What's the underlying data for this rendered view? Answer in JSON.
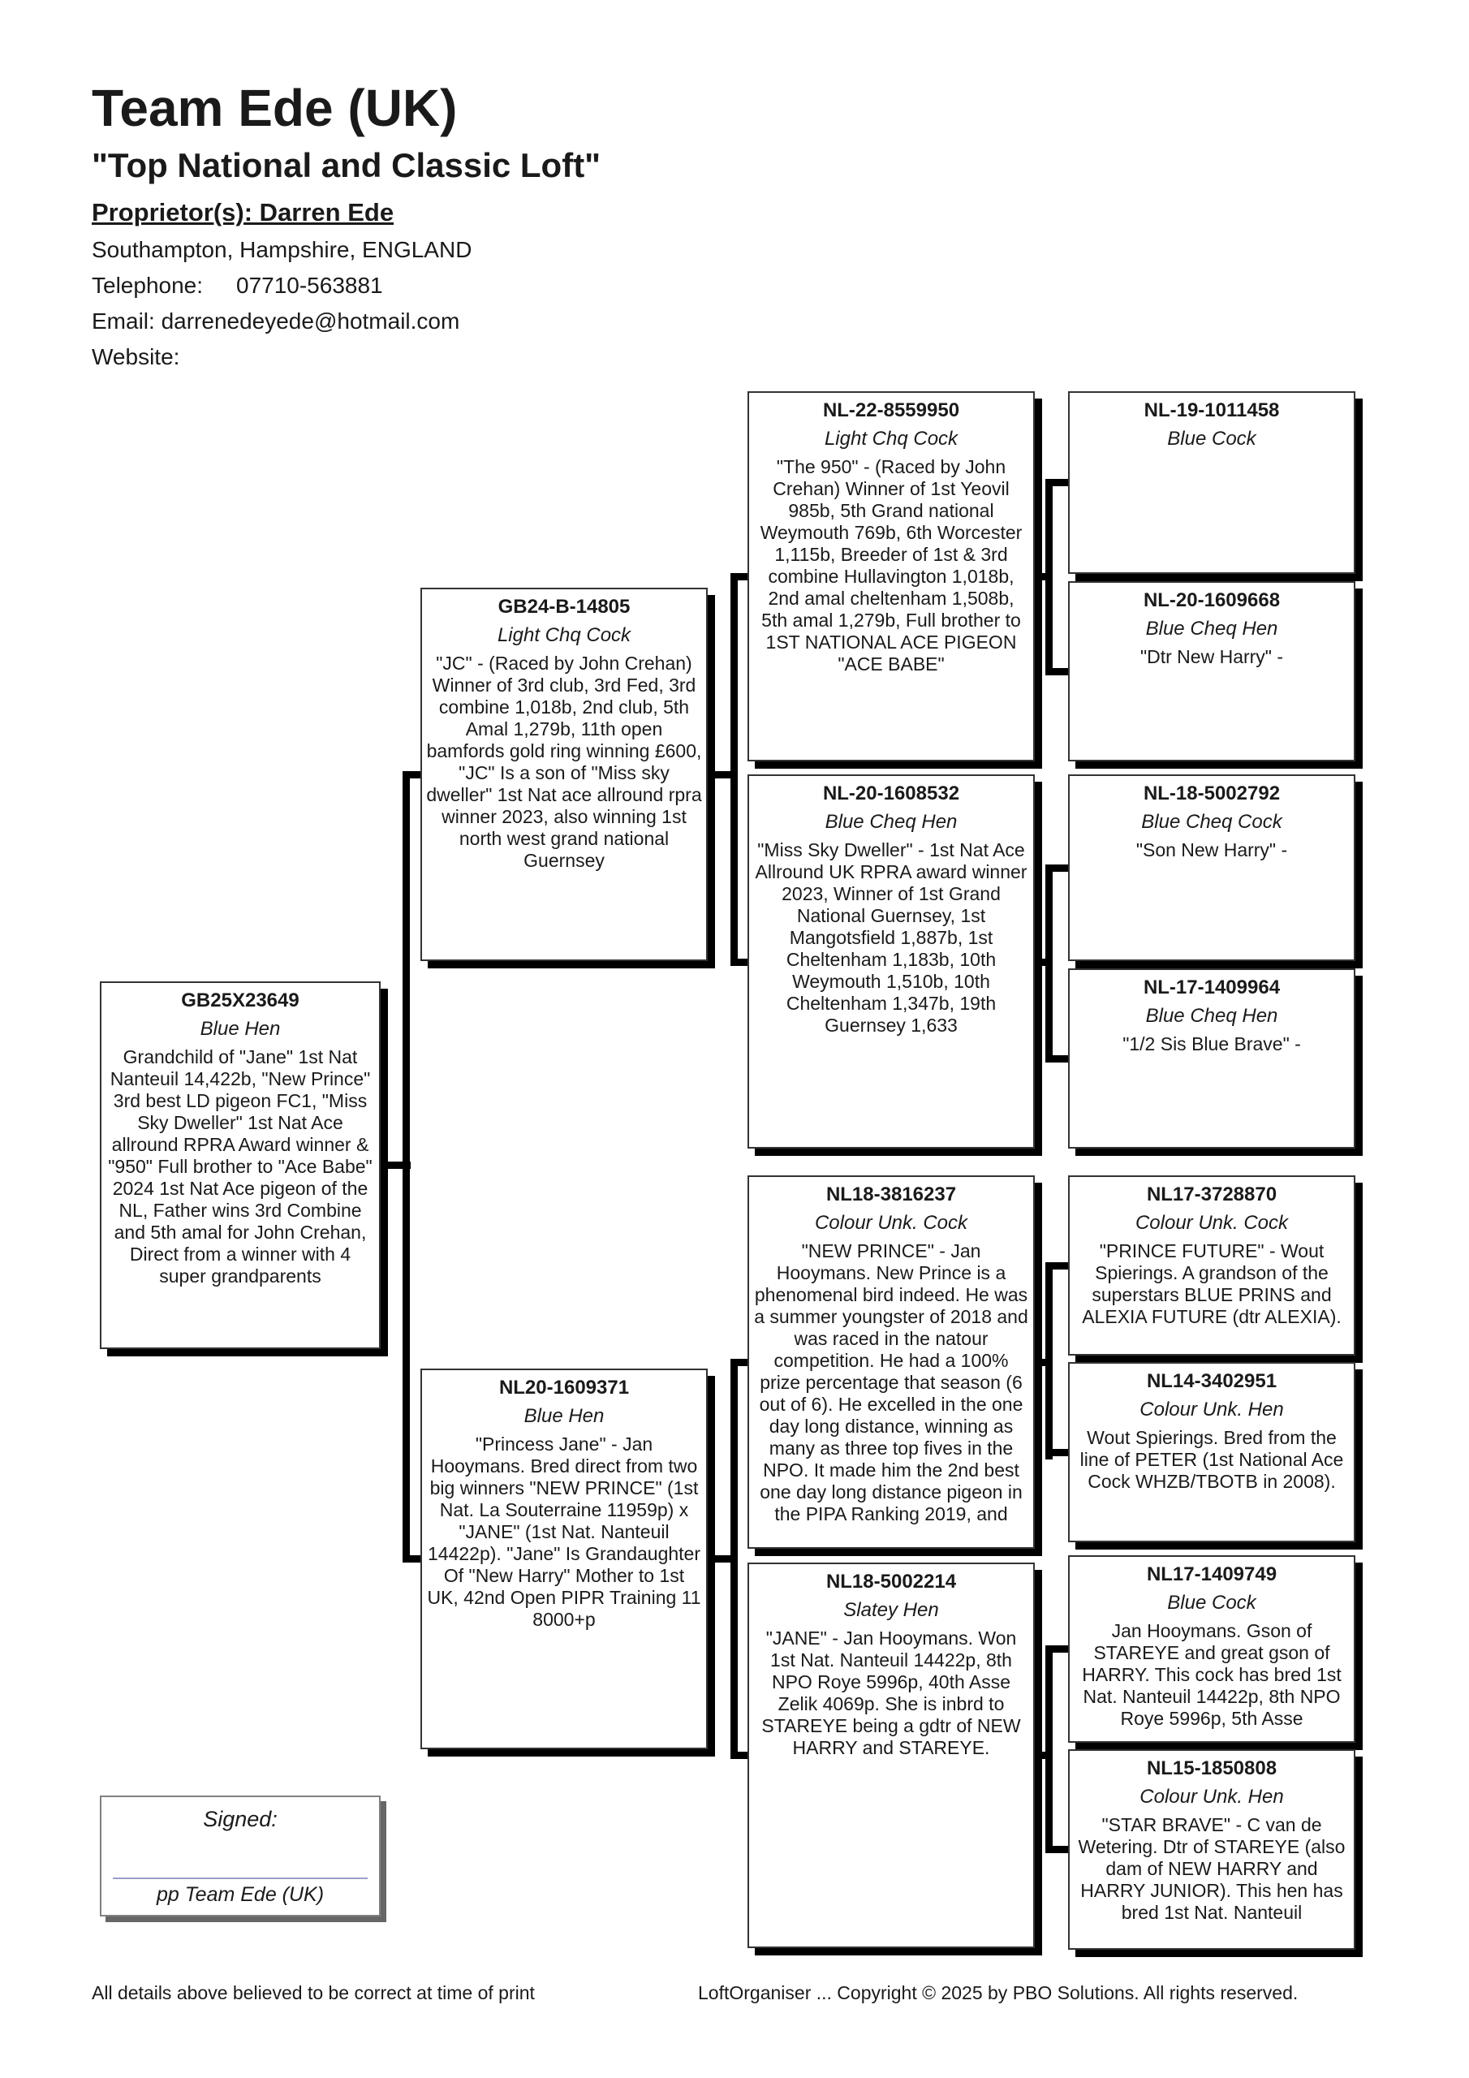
{
  "header": {
    "title": "Team Ede (UK)",
    "subtitle": "\"Top National and Classic Loft\"",
    "proprietor": "Proprietor(s): Darren Ede",
    "location": "Southampton, Hampshire, ENGLAND",
    "telephone_label": "Telephone:",
    "telephone_value": "07710-563881",
    "email": "Email: darrenedeyede@hotmail.com",
    "website_label": "Website:"
  },
  "boxes": {
    "subject": {
      "ring": "GB25X23649",
      "type": "Blue Hen",
      "desc": "Grandchild of \"Jane\" 1st Nat Nanteuil 14,422b, \"New Prince\" 3rd best LD pigeon FC1, \"Miss Sky Dweller\" 1st Nat Ace allround RPRA Award winner & \"950\" Full brother to \"Ace Babe\" 2024 1st Nat Ace pigeon of the NL, Father wins 3rd Combine and 5th amal for John Crehan, Direct from a winner with 4 super grandparents"
    },
    "sire": {
      "ring": "GB24-B-14805",
      "type": "Light Chq Cock",
      "desc": "\"JC\" - (Raced by John Crehan) Winner of 3rd club, 3rd Fed, 3rd combine 1,018b, 2nd club, 5th Amal 1,279b, 11th open bamfords gold ring winning £600, \"JC\" Is a son of \"Miss sky dweller\" 1st Nat ace allround rpra winner 2023, also winning 1st north west grand national Guernsey"
    },
    "dam": {
      "ring": "NL20-1609371",
      "type": "Blue Hen",
      "desc": "\"Princess Jane\" - Jan Hooymans. Bred direct from two big winners \"NEW PRINCE\" (1st Nat. La Souterraine 11959p) x \"JANE\" (1st Nat. Nanteuil 14422p). \"Jane\" Is Grandaughter Of \"New Harry\" Mother to 1st UK, 42nd Open PIPR Training 11 8000+p"
    },
    "g3a": {
      "ring": "NL-22-8559950",
      "type": "Light Chq Cock",
      "desc": "\"The 950\" - (Raced by John Crehan) Winner of 1st Yeovil 985b, 5th Grand national Weymouth 769b, 6th Worcester 1,115b, Breeder of 1st & 3rd combine Hullavington 1,018b, 2nd amal cheltenham 1,508b, 5th amal 1,279b, Full brother to 1ST NATIONAL ACE PIGEON \"ACE BABE\""
    },
    "g3b": {
      "ring": "NL-20-1608532",
      "type": "Blue Cheq Hen",
      "desc": "\"Miss Sky Dweller\" - 1st Nat Ace Allround UK RPRA award winner 2023, Winner of 1st Grand National Guernsey, 1st Mangotsfield 1,887b, 1st Cheltenham 1,183b, 10th Weymouth 1,510b, 10th Cheltenham 1,347b, 19th Guernsey 1,633"
    },
    "g3c": {
      "ring": "NL18-3816237",
      "type": "Colour Unk. Cock",
      "desc": "\"NEW PRINCE\" - Jan Hooymans. New Prince is a phenomenal bird indeed. He was a summer youngster of 2018 and was raced in the natour competition. He had a 100% prize percentage that season (6 out of 6). He excelled in the one day long distance, winning as many as three top fives in the NPO. It made him the 2nd best one day long distance pigeon in the PIPA Ranking 2019, and"
    },
    "g3d": {
      "ring": "NL18-5002214",
      "type": "Slatey Hen",
      "desc": "\"JANE\" - Jan Hooymans. Won 1st Nat. Nanteuil 14422p, 8th NPO Roye 5996p, 40th Asse Zelik 4069p. She is inbrd to STAREYE being a gdtr of NEW HARRY and STAREYE."
    },
    "g4a": {
      "ring": "NL-19-1011458",
      "type": "Blue Cock",
      "desc": ""
    },
    "g4b": {
      "ring": "NL-20-1609668",
      "type": "Blue Cheq Hen",
      "desc": "\"Dtr New Harry\" -"
    },
    "g4c": {
      "ring": "NL-18-5002792",
      "type": "Blue Cheq Cock",
      "desc": "\"Son New Harry\" -"
    },
    "g4d": {
      "ring": "NL-17-1409964",
      "type": "Blue Cheq Hen",
      "desc": "\"1/2 Sis Blue Brave\" -"
    },
    "g4e": {
      "ring": "NL17-3728870",
      "type": "Colour Unk. Cock",
      "desc": "\"PRINCE FUTURE\" - Wout Spierings. A grandson of the superstars BLUE PRINS and ALEXIA FUTURE (dtr ALEXIA)."
    },
    "g4f": {
      "ring": "NL14-3402951",
      "type": "Colour Unk. Hen",
      "desc": "Wout Spierings. Bred from the line of PETER (1st National Ace Cock WHZB/TBOTB in 2008)."
    },
    "g4g": {
      "ring": "NL17-1409749",
      "type": "Blue Cock",
      "desc": "Jan Hooymans. Gson of STAREYE and great gson of HARRY. This cock has bred 1st Nat. Nanteuil 14422p, 8th NPO Roye 5996p, 5th Asse"
    },
    "g4h": {
      "ring": "NL15-1850808",
      "type": "Colour Unk. Hen",
      "desc": "\"STAR BRAVE\" - C van de Wetering. Dtr of STAREYE (also dam of NEW HARRY and HARRY JUNIOR). This hen has bred 1st Nat. Nanteuil"
    }
  },
  "signed": {
    "label": "Signed:",
    "signature": "pp Team Ede (UK)"
  },
  "footer": {
    "left": "All details above believed to be correct at time of print",
    "right": "LoftOrganiser ... Copyright © 2025 by PBO Solutions. All rights reserved."
  }
}
